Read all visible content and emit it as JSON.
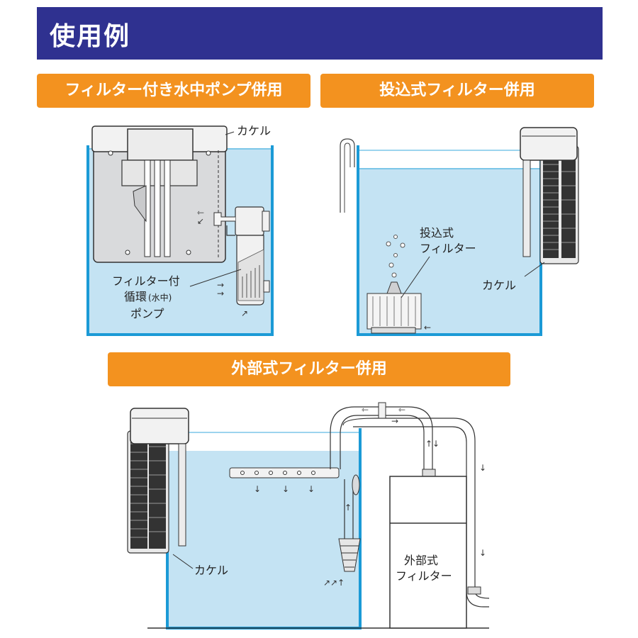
{
  "header": {
    "title": "使用例"
  },
  "sections": [
    {
      "tag": "フィルター付き水中ポンプ併用"
    },
    {
      "tag": "投込式フィルター併用"
    },
    {
      "tag": "外部式フィルター併用"
    }
  ],
  "diagram1": {
    "label_kakeru": "カケル",
    "pump_label_line1": "フィルター付",
    "pump_label_line2": "循環",
    "pump_label_small": "(水中)",
    "pump_label_line3": "ポンプ"
  },
  "diagram2": {
    "filter_label_line1": "投込式",
    "filter_label_line2": "フィルター",
    "label_kakeru": "カケル"
  },
  "diagram3": {
    "label_kakeru": "カケル",
    "external_label_line1": "外部式",
    "external_label_line2": "フィルター"
  },
  "colors": {
    "header": "#2f3190",
    "tag": "#f3921f",
    "water": "#c4e3f3",
    "tank": "#1b9ad6"
  }
}
